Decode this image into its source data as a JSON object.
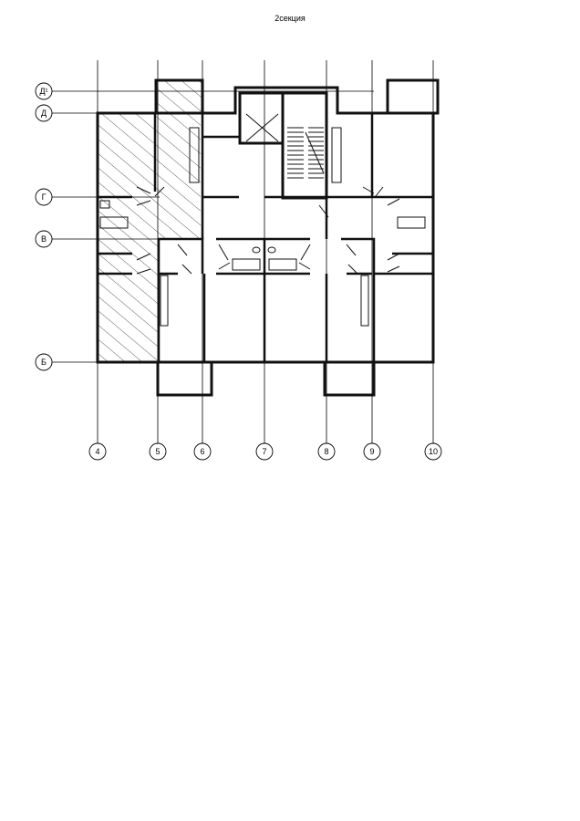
{
  "title": "2секция",
  "column_axes": [
    "4",
    "5",
    "6",
    "7",
    "8",
    "9",
    "10"
  ],
  "row_axes": [
    "Д¹",
    "Д",
    "Г",
    "В",
    "Б"
  ],
  "colors": {
    "line": "#111111",
    "hatch": "#333333",
    "background": "#ffffff"
  }
}
